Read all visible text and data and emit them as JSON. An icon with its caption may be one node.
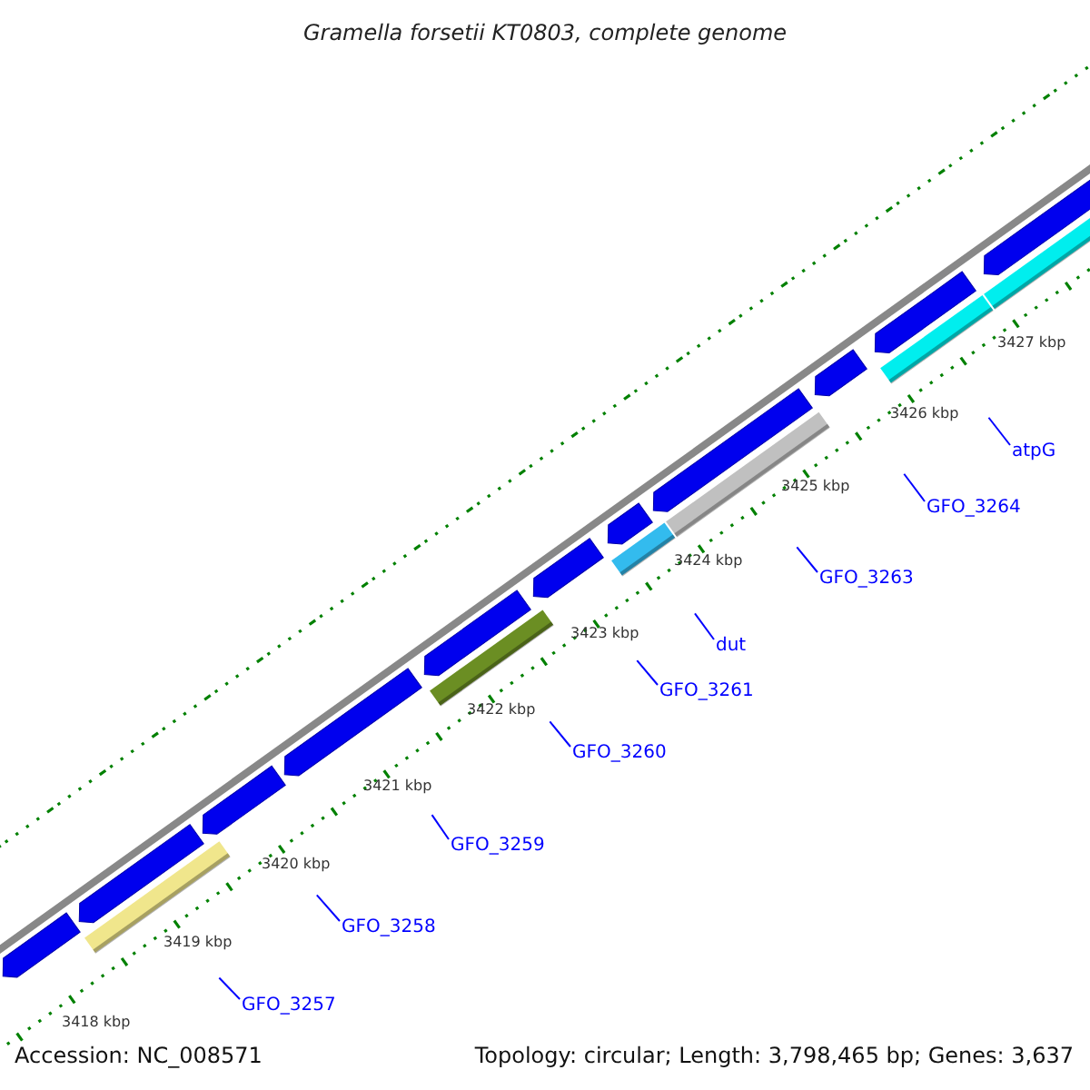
{
  "diagram": {
    "title": "Gramella forsetii KT0803, complete genome",
    "nodes": [
      {
        "text": [
          "GFO_3257"
        ]
      },
      {
        "text": [
          "GFO_3258"
        ]
      },
      {
        "text": [
          "GFO_3259"
        ]
      },
      {
        "text": [
          "GFO_3260"
        ]
      },
      {
        "text": [
          "GFO_3261"
        ]
      },
      {
        "text": [
          "dut"
        ]
      },
      {
        "text": [
          "GFO_3263"
        ]
      },
      {
        "text": [
          "GFO_3264"
        ]
      },
      {
        "text": [
          "atpG"
        ]
      }
    ],
    "edges": [
      {
        "from": 0,
        "to": null,
        "arrow": "none"
      },
      {
        "from": 1,
        "to": null,
        "arrow": "none"
      },
      {
        "from": 2,
        "to": null,
        "arrow": "none"
      },
      {
        "from": 3,
        "to": null,
        "arrow": "none"
      },
      {
        "from": 4,
        "to": null,
        "arrow": "none"
      },
      {
        "from": 5,
        "to": null,
        "arrow": "none"
      },
      {
        "from": 6,
        "to": null,
        "arrow": "none"
      },
      {
        "from": 7,
        "to": null,
        "arrow": "none"
      },
      {
        "from": 8,
        "to": null,
        "arrow": "none"
      }
    ],
    "labels": [
      "3418 kbp",
      "3419 kbp",
      "3420 kbp",
      "3421 kbp",
      "3422 kbp",
      "3423 kbp",
      "3424 kbp",
      "3425 kbp",
      "3426 kbp",
      "3427 kbp",
      "Accession: NC_008571",
      "Topology: circular; Length: 3,798,465 bp; Genes: 3,637"
    ]
  }
}
